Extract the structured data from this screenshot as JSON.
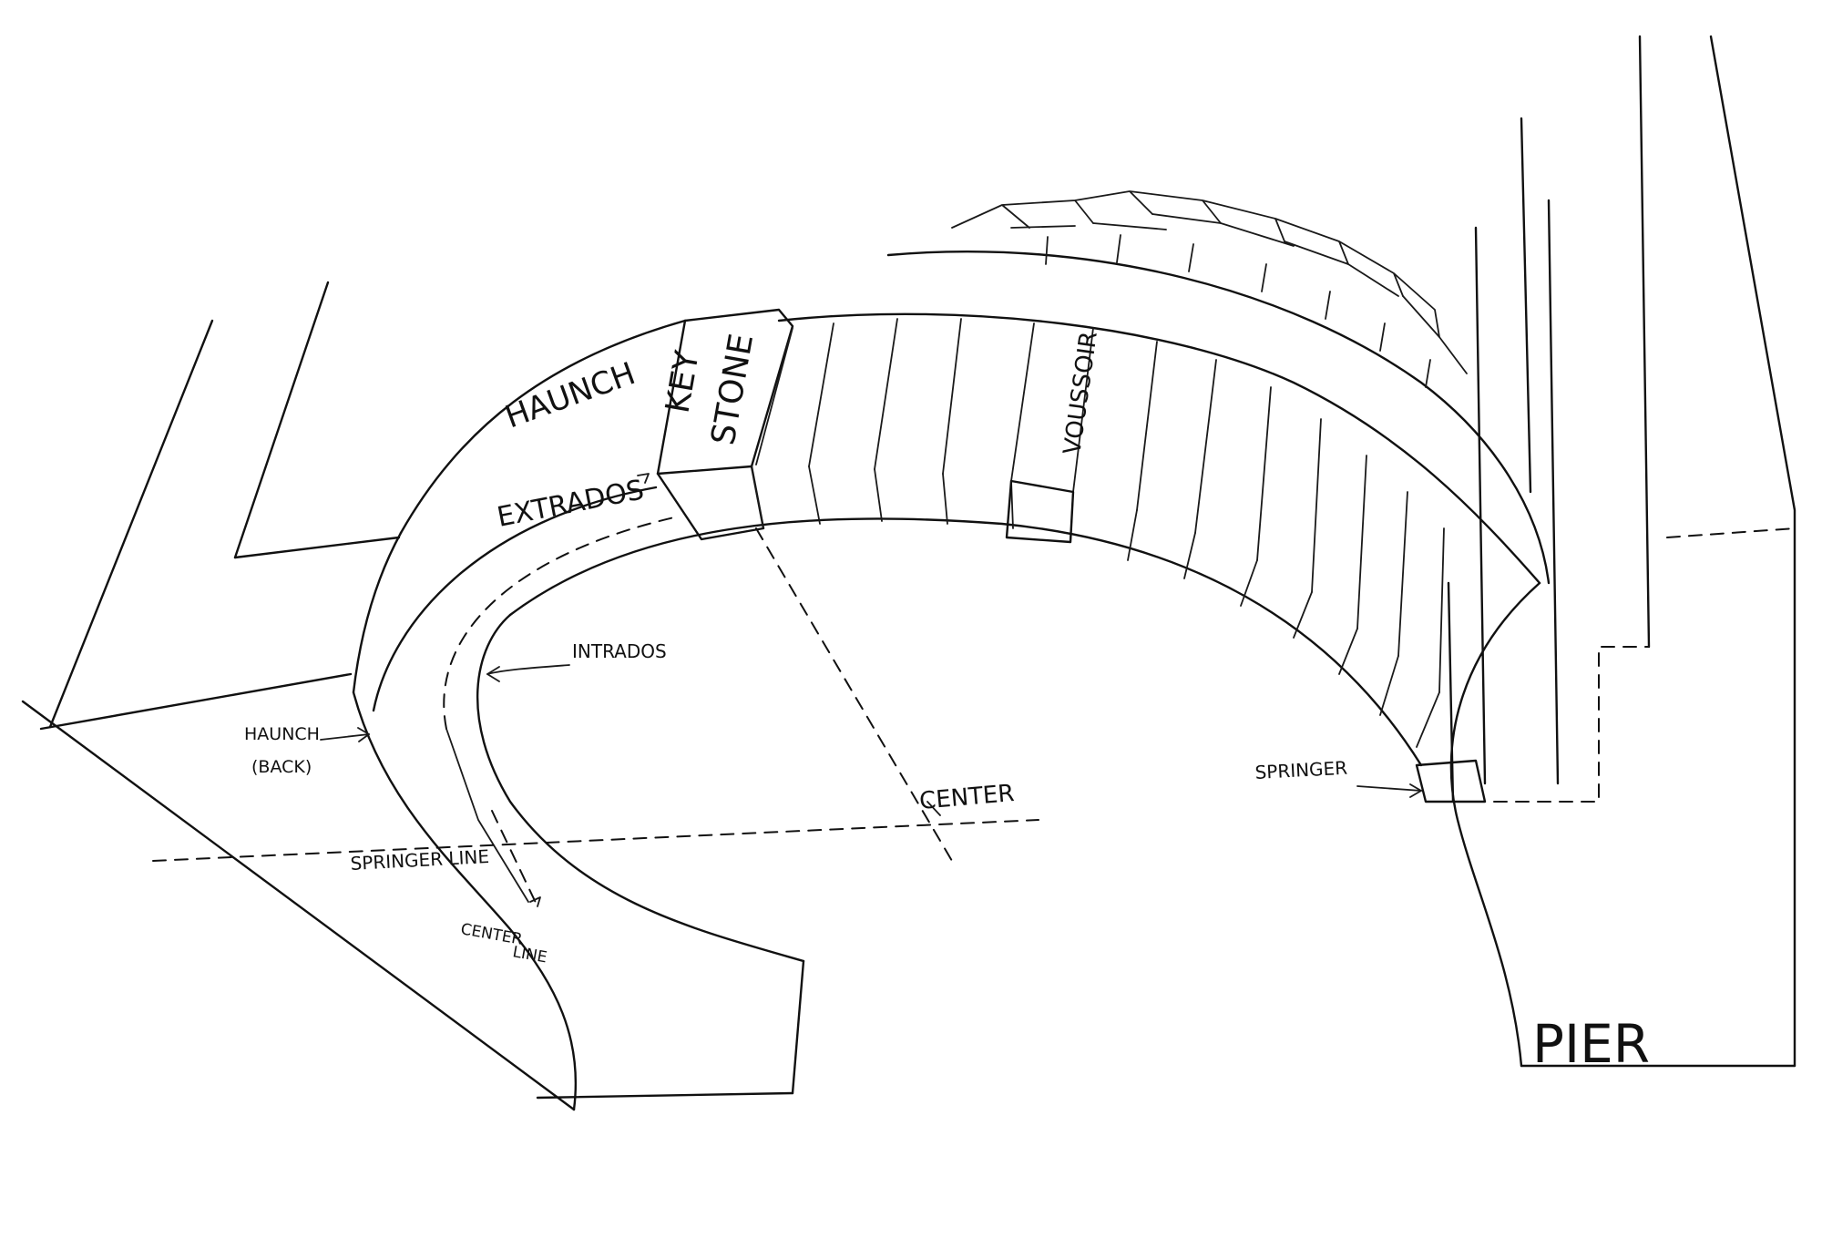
{
  "labels": {
    "haunch_top": "HAUNCH",
    "key_stone_line1": "KEY",
    "key_stone_line2": "STONE",
    "extrados": "EXTRADOS",
    "voussoir": "VOUSSOIR",
    "intrados": "INTRADOS",
    "haunch_back_line1": "HAUNCH",
    "haunch_back_line2": "(BACK)",
    "springer_line": "SPRINGER LINE",
    "center_line_line1": "CENTER",
    "center_line_line2": "LINE",
    "center": "CENTER",
    "springer": "SPRINGER",
    "pier": "PIER"
  },
  "colors": {
    "ink": "#111111",
    "paper": "#ffffff"
  }
}
